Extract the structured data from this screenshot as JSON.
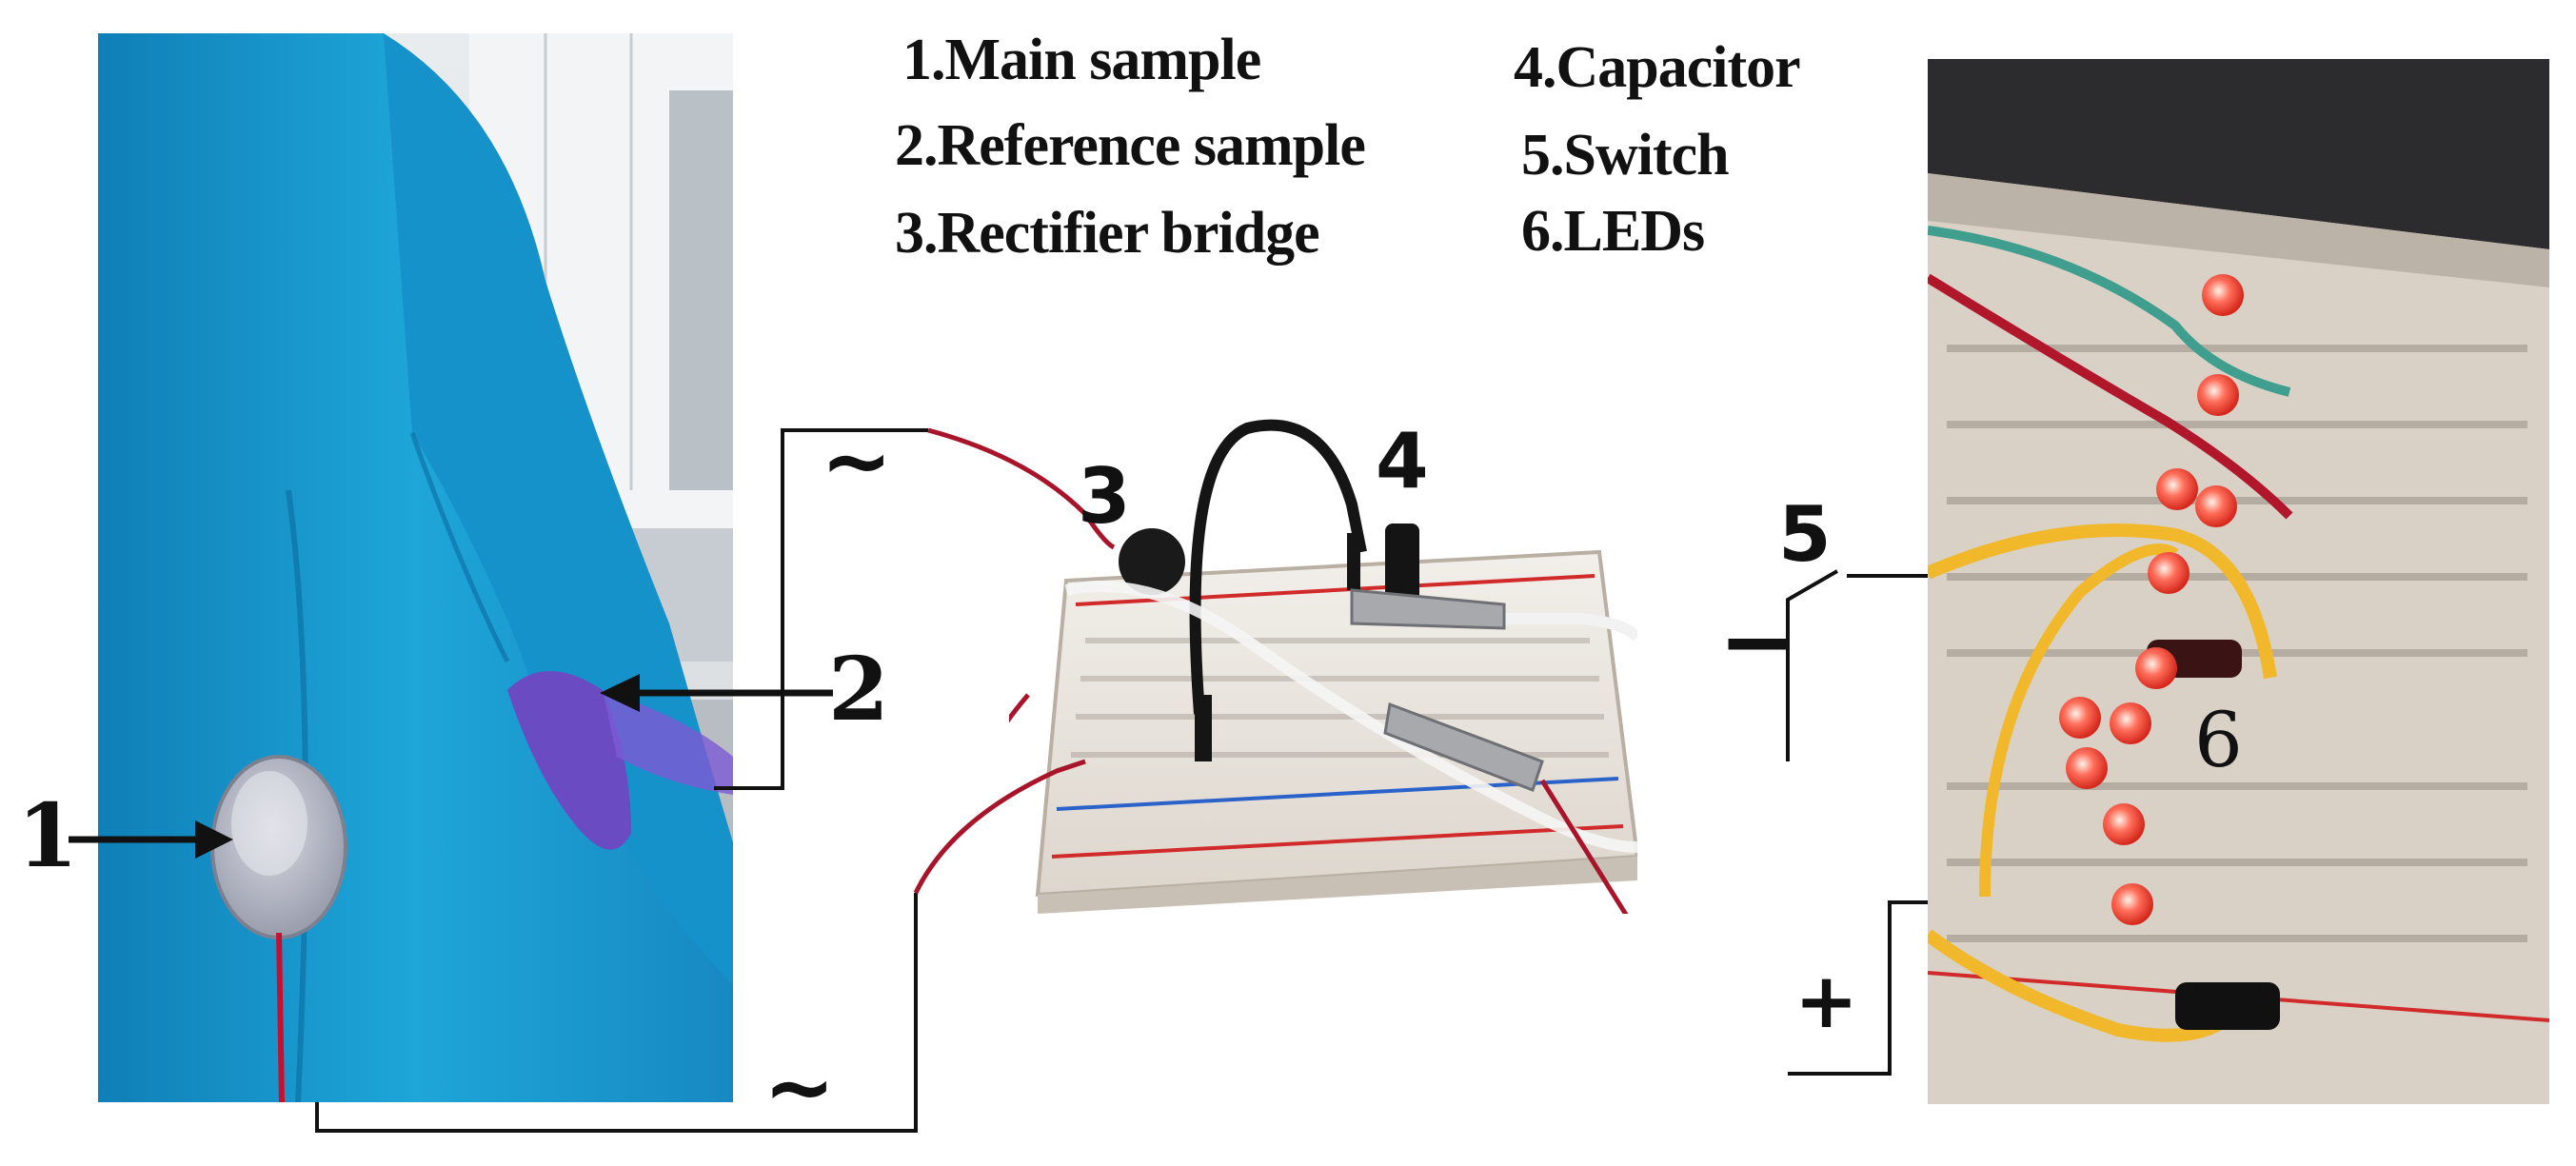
{
  "legend": {
    "items": [
      "1.Main sample",
      "2.Reference sample",
      "3.Rectifier bridge",
      "4.Capacitor",
      "5.Switch",
      "6.LEDs"
    ]
  },
  "callouts": {
    "main_sample": "1",
    "reference_sample": "2",
    "rectifier": "3",
    "capacitor": "4",
    "switch": "5",
    "leds": "6"
  },
  "symbols": {
    "ac_top": "~",
    "ac_bottom": "~",
    "minus": "−",
    "plus": "+"
  },
  "colors": {
    "jacket": "#1b9fd0",
    "wire": "#111111",
    "led_red": "#ff4a3a",
    "breadboard": "#eee8e0",
    "red_wire": "#a8142a",
    "yellow_wire": "#f0b82a"
  }
}
